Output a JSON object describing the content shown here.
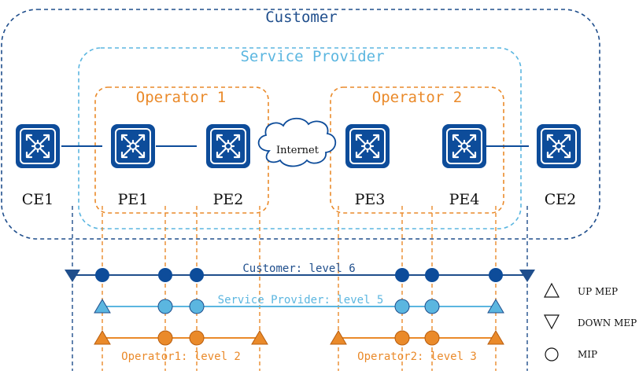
{
  "domains": {
    "customer": "Customer",
    "service_provider": "Service Provider",
    "operator1": "Operator 1",
    "operator2": "Operator 2"
  },
  "devices": {
    "ce1": "CE1",
    "pe1": "PE1",
    "pe2": "PE2",
    "pe3": "PE3",
    "pe4": "PE4",
    "ce2": "CE2"
  },
  "cloud": "Internet",
  "levels": {
    "customer": "Customer: level 6",
    "service_provider": "Service Provider:  level 5",
    "operator1": "Operator1: level 2",
    "operator2": "Operator2: level 3"
  },
  "legend": {
    "up_mep": "UP MEP",
    "down_mep": "DOWN MEP",
    "mip": "MIP"
  },
  "colors": {
    "customer": "#1f4e8c",
    "service_provider": "#5bb6e0",
    "operator": "#ea8a2a",
    "device": "#0d4c9a"
  }
}
